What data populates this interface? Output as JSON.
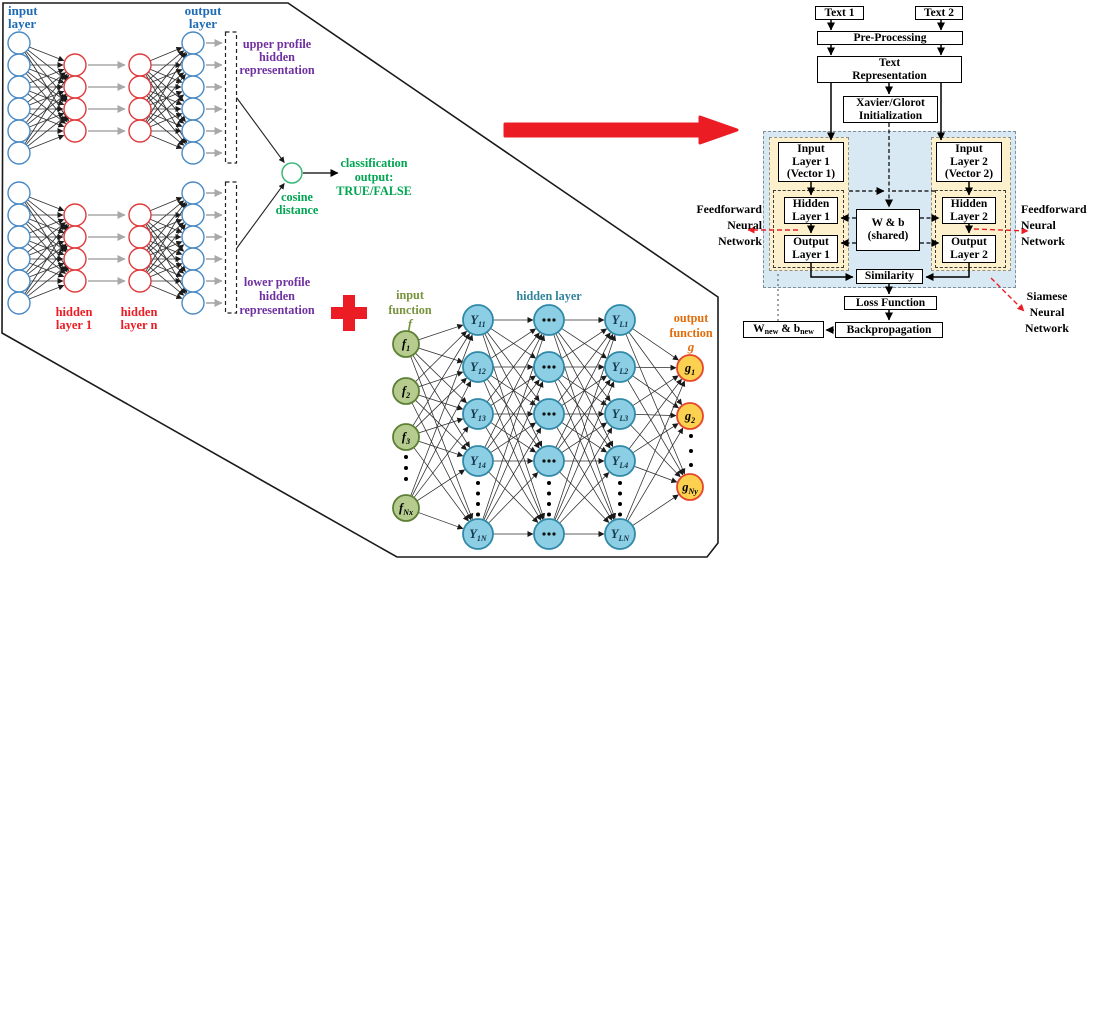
{
  "colors": {
    "red": "#ec1c24",
    "blue_text": "#1f6bb5",
    "purple": "#7030a0",
    "green": "#00a651",
    "olive": "#77933c",
    "teal": "#31849b",
    "orange": "#e36c0a",
    "circle_blue": "#4a8ac4",
    "circle_red": "#e03a3c",
    "circle_green": "#3cb878",
    "f_fill": "#b5cc8e",
    "f_stroke": "#5d7f36",
    "y_fill": "#8ccee4",
    "y_stroke": "#3089a8",
    "y_text": "#14384f",
    "g_fill": "#fcd14f",
    "g_stroke": "#e6452c",
    "panel_blue": "#d9e9f3",
    "panel_cream": "#fdf0cd",
    "gray_arrow": "#a8a8a8"
  },
  "siamese_figure": {
    "labels": {
      "input_layer": [
        "input",
        "layer"
      ],
      "output_layer": [
        "output",
        "layer"
      ],
      "hidden_layer_1": [
        "hidden",
        "layer 1"
      ],
      "hidden_layer_n": [
        "hidden",
        "layer n"
      ],
      "upper_profile": [
        "upper profile",
        "hidden",
        "representation"
      ],
      "lower_profile": [
        "lower profile",
        "hidden",
        "representation"
      ],
      "cosine_distance": [
        "cosine",
        "distance"
      ],
      "classification_output": [
        "classification",
        "output:",
        "TRUE/FALSE"
      ]
    }
  },
  "ff_figure": {
    "labels": {
      "input_function": [
        "input",
        "function",
        "f"
      ],
      "hidden_layer": "hidden layer",
      "output_function": [
        "output",
        "function",
        "g"
      ]
    },
    "nodes": {
      "f": [
        {
          "t": "f",
          "s": "1"
        },
        {
          "t": "f",
          "s": "2"
        },
        {
          "t": "f",
          "s": "3"
        },
        {
          "t": "f",
          "s": "Nx"
        }
      ],
      "h_first": [
        {
          "t": "Y",
          "s": "11"
        },
        {
          "t": "Y",
          "s": "12"
        },
        {
          "t": "Y",
          "s": "13"
        },
        {
          "t": "Y",
          "s": "14"
        },
        {
          "t": "Y",
          "s": "1N"
        }
      ],
      "h_last": [
        {
          "t": "Y",
          "s": "L1"
        },
        {
          "t": "Y",
          "s": "L2"
        },
        {
          "t": "Y",
          "s": "L3"
        },
        {
          "t": "Y",
          "s": "L4"
        },
        {
          "t": "Y",
          "s": "LN"
        }
      ],
      "g": [
        {
          "t": "g",
          "s": "1"
        },
        {
          "t": "g",
          "s": "2"
        },
        {
          "t": "g",
          "s": "Ny"
        }
      ]
    }
  },
  "flowchart": {
    "nodes": {
      "text1": {
        "lines": [
          "Text 1"
        ]
      },
      "text2": {
        "lines": [
          "Text 2"
        ]
      },
      "preproc": {
        "lines": [
          "Pre-Processing"
        ]
      },
      "textrep": {
        "lines": [
          "Text",
          "Representation"
        ]
      },
      "xavier": {
        "lines": [
          "Xavier/Glorot",
          "Initialization"
        ]
      },
      "input1": {
        "lines": [
          "Input",
          "Layer 1",
          "(Vector 1)"
        ]
      },
      "input2": {
        "lines": [
          "Input",
          "Layer 2",
          "(Vector 2)"
        ]
      },
      "hidden1": {
        "lines": [
          "Hidden",
          "Layer 1"
        ]
      },
      "hidden2": {
        "lines": [
          "Hidden",
          "Layer 2"
        ]
      },
      "wb": {
        "lines": [
          "W & b",
          "(shared)"
        ]
      },
      "output1": {
        "lines": [
          "Output",
          "Layer 1"
        ]
      },
      "output2": {
        "lines": [
          "Output",
          "Layer 2"
        ]
      },
      "similarity": {
        "lines": [
          "Similarity"
        ]
      },
      "loss": {
        "lines": [
          "Loss Function"
        ]
      },
      "backprop": {
        "lines": [
          "Backpropagation"
        ]
      },
      "wnew": {
        "rich": [
          {
            "t": "W",
            "s": "new"
          },
          {
            "t": " & b",
            "s": "new"
          }
        ]
      }
    },
    "side_labels": {
      "ff_left": [
        "Feedforward",
        "Neural",
        "Network"
      ],
      "ff_right": [
        "Feedforward",
        "Neural",
        "Network"
      ],
      "siamese": [
        "Siamese",
        "Neural",
        "Network"
      ]
    }
  }
}
